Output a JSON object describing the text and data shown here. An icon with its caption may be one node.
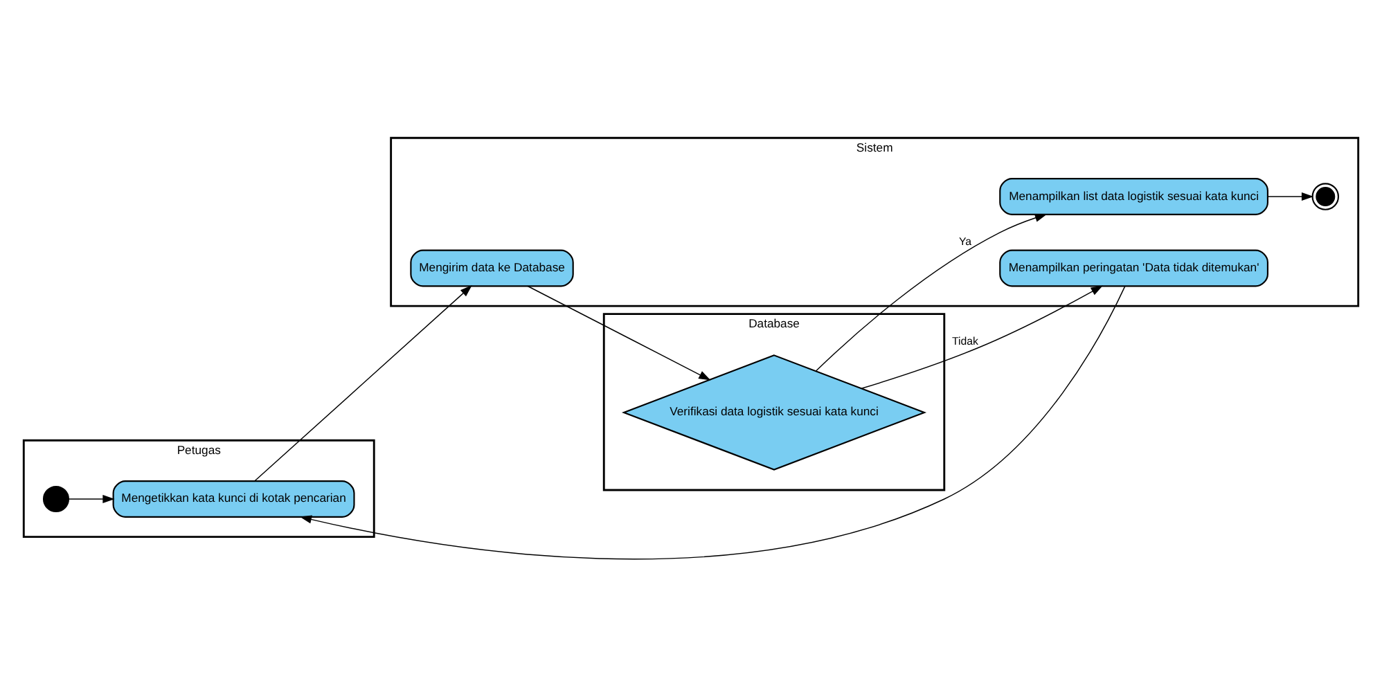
{
  "diagram": {
    "nodes": [
      {
        "text": [
          "Petugas"
        ]
      },
      {
        "text": [
          "Sistem"
        ]
      },
      {
        "text": [
          "Database"
        ]
      },
      {
        "text": [],
        "shape": "circle",
        "in": 0
      },
      {
        "text": [
          "Mengetikkan kata kunci di kotak pencarian"
        ],
        "in": 0
      },
      {
        "text": [
          "Menampilkan peringatan 'Data tidak ditemukan'"
        ],
        "in": 1
      },
      {
        "text": [
          "Mengirim data ke Database"
        ],
        "in": 1
      },
      {
        "text": [
          "Menampilkan list data logistik sesuai kata kunci"
        ],
        "in": 1
      },
      {
        "text": [],
        "shape": "circle",
        "in": 1
      },
      {
        "text": [
          "Verifikasi data logistik sesuai kata kunci"
        ],
        "in": 2
      }
    ],
    "edges": [
      {
        "from": 3,
        "to": 4,
        "arrow": "to"
      },
      {
        "from": 4,
        "to": 6,
        "arrow": "to"
      },
      {
        "from": 6,
        "to": 9,
        "arrow": "to"
      },
      {
        "from": 9,
        "to": 5,
        "arrow": "to",
        "label": "Tidak"
      },
      {
        "from": 5,
        "to": 4,
        "arrow": "to"
      },
      {
        "from": 9,
        "to": 7,
        "arrow": "to",
        "label": "Ya"
      },
      {
        "from": 7,
        "to": 8,
        "arrow": "to"
      }
    ]
  }
}
